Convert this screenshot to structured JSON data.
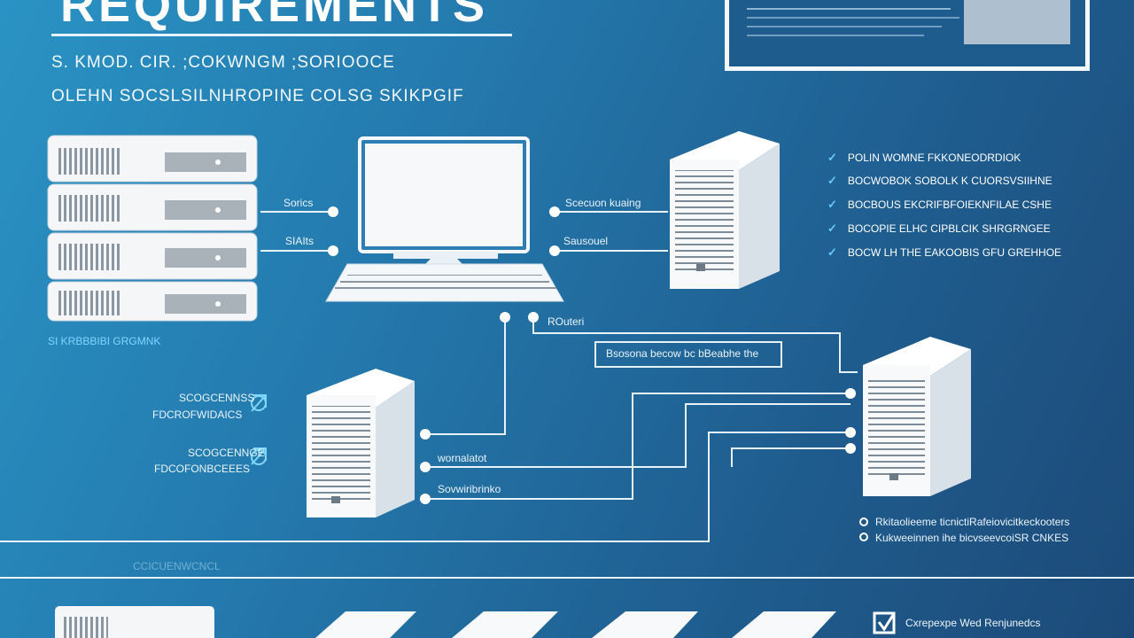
{
  "header": {
    "title": "REQUIREMENTS",
    "subtitle_1": "S. KMOD. CIR. ;COKWNGM ;SORIOOCE",
    "subtitle_2": "OLEHN SOCSLSILNHROPINE COLSG SKIKPGIF"
  },
  "left_labels": {
    "rack_caption": "SI KRBBBIBI GRGMNK",
    "wire_1": "Sorics",
    "wire_2": "SIAIts",
    "icon_a_1": "SCOGCENNSS",
    "icon_a_2": "FDCROFWIDAICS",
    "icon_b_1": "SCOGCENNGE",
    "icon_b_2": "FDCOFONBCEEES"
  },
  "center_labels": {
    "right_wire_1": "Scecuon kuaing",
    "right_wire_2": "Sausouel",
    "router_label": "ROuteri",
    "note_box": "Bsosona becow bc bBeabhe the",
    "bottom_wire_1": "wornalatot",
    "bottom_wire_2": "Sovwiribrinko"
  },
  "right_list": {
    "items": [
      "POLIN WOMNE  FKKONEODRDIOK",
      "BOCWOBOK  SOBOLK K CUORSVSIIHNE",
      "BOCBOUS  EKCRIFBFOIEKNFILAE CSHE",
      "BOCOPIE ELHC  CIPBLCIK SHRGRNGEE",
      "BOCW  LH THE EAKOOBIS GFU GREHHOE"
    ],
    "legend_1": "Rkitaolieeme ticnictiRafeiovicitkeckooters",
    "legend_2": "Kukweeinnen ihe bicvseevcoiSR CNKES"
  },
  "footer": {
    "caption": "CCICUENWCNCL",
    "check_label": "Cxrepexpe Wed Renjunedcs"
  },
  "colors": {
    "bg_start": "#2a93c4",
    "bg_end": "#1c4a78",
    "line": "#e8f2f9",
    "accent": "#68c9ff"
  }
}
